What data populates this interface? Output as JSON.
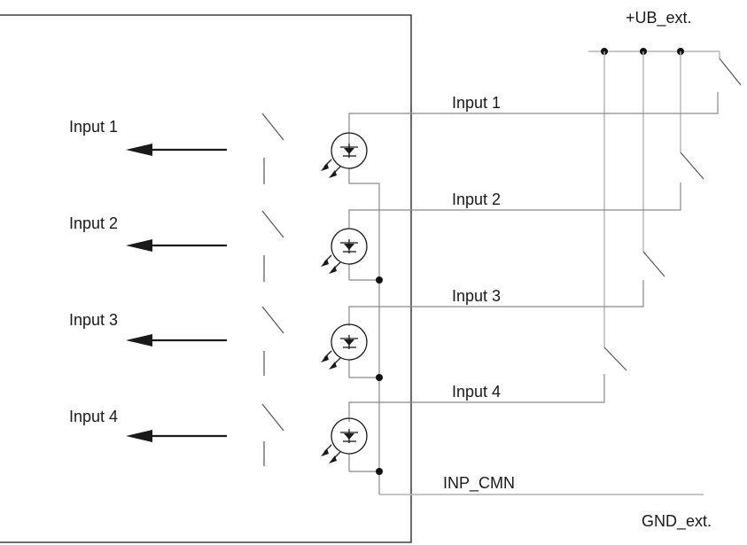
{
  "labels": {
    "ub_ext": "+UB_ext.",
    "gnd_ext": "GND_ext.",
    "inp_cmn": "INP_CMN"
  },
  "inputs": [
    {
      "label": "Input 1",
      "wire_label": "Input 1"
    },
    {
      "label": "Input 2",
      "wire_label": "Input 2"
    },
    {
      "label": "Input 3",
      "wire_label": "Input 3"
    },
    {
      "label": "Input 4",
      "wire_label": "Input 4"
    }
  ],
  "colors": {
    "line": "#1a1a1a",
    "wire_light": "#b4b4b4"
  }
}
